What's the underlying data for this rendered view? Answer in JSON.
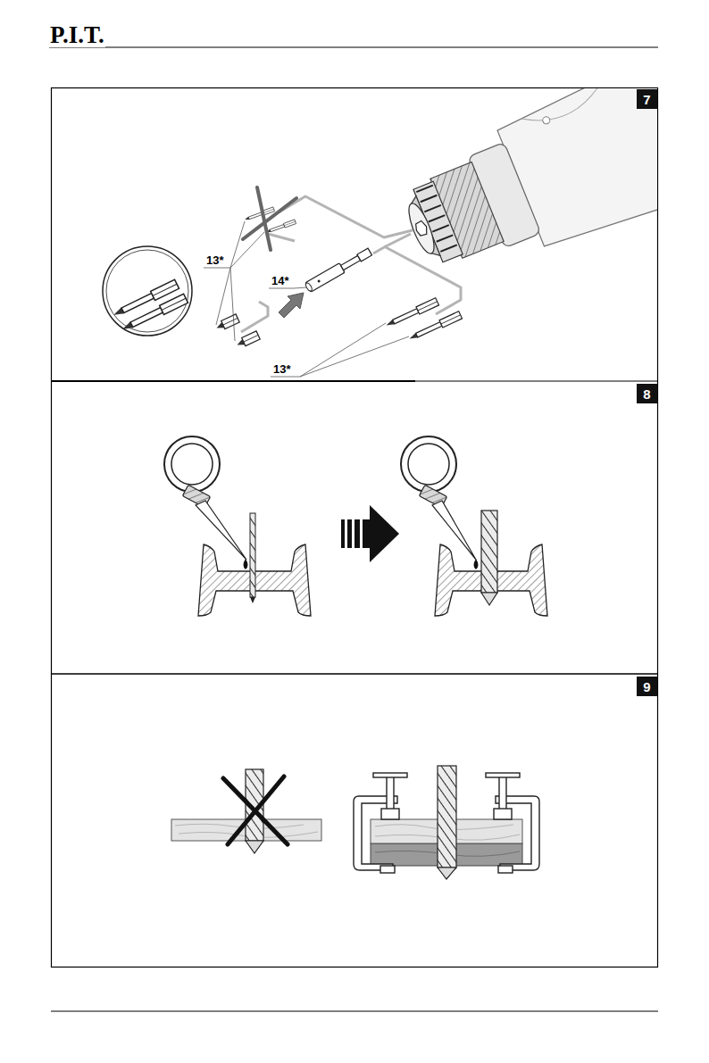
{
  "diagram": {
    "labels": [
      "P.I.T.",
      "7",
      "13*",
      "14*",
      "13*",
      "8",
      "9"
    ]
  }
}
